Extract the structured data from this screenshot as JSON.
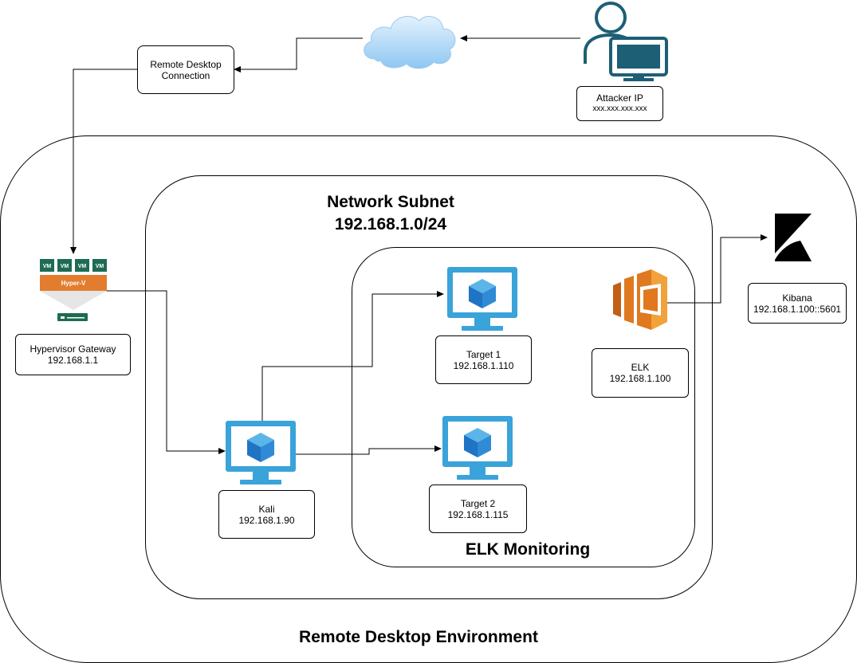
{
  "regions": {
    "remote_desktop": "Remote Desktop Environment",
    "network_subnet": [
      "Network Subnet",
      "192.168.1.0/24"
    ],
    "elk_monitoring": "ELK Monitoring"
  },
  "nodes": {
    "remote_desktop_connection": [
      "Remote Desktop",
      "Connection"
    ],
    "attacker": {
      "name": "Attacker IP",
      "ip": "xxx.xxx.xxx.xxx"
    },
    "hypervisor": {
      "name": "Hypervisor Gateway",
      "ip": "192.168.1.1",
      "badge": "Hyper-V",
      "vm_label": "VM"
    },
    "kali": {
      "name": "Kali",
      "ip": "192.168.1.90"
    },
    "target1": {
      "name": "Target 1",
      "ip": "192.168.1.110"
    },
    "target2": {
      "name": "Target 2",
      "ip": "192.168.1.115"
    },
    "elk": {
      "name": "ELK",
      "ip": "192.168.1.100"
    },
    "kibana": {
      "name": "Kibana",
      "ip": "192.168.1.100::5601"
    }
  },
  "colors": {
    "vm_screen": "#3aa3d9",
    "vm_cube": "#1f74c4",
    "hyperv_orange": "#e27d2f",
    "hyperv_green": "#1d6b54",
    "elk_orange": "#e0781f",
    "attacker_teal": "#1d5f75",
    "cloud_blue": "#a8d4f6"
  }
}
